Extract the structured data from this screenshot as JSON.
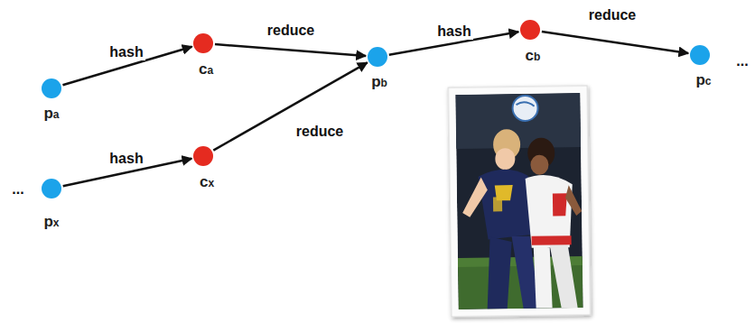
{
  "diagram": {
    "nodes": [
      {
        "text": [
          "pa"
        ]
      },
      {
        "text": [
          "ca"
        ]
      },
      {
        "text": [
          "pb"
        ]
      },
      {
        "text": [
          "cb"
        ]
      },
      {
        "text": [
          "pc"
        ]
      },
      {
        "text": [
          "px"
        ]
      },
      {
        "text": [
          "cx"
        ]
      }
    ],
    "edges": [
      {
        "from": 0,
        "to": 1,
        "label": "hash",
        "arrow": "to"
      },
      {
        "from": 1,
        "to": 2,
        "label": "reduce",
        "arrow": "to"
      },
      {
        "from": 2,
        "to": 3,
        "label": "hash",
        "arrow": "to"
      },
      {
        "from": 3,
        "to": 4,
        "label": "reduce",
        "arrow": "to"
      },
      {
        "from": 5,
        "to": 6,
        "label": "hash",
        "arrow": "to"
      },
      {
        "from": 6,
        "to": 2,
        "label": "reduce",
        "arrow": "to"
      }
    ],
    "labels": [
      "...",
      "..."
    ]
  }
}
